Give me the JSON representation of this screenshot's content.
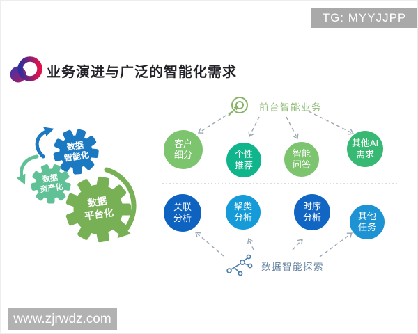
{
  "badge": {
    "text": "TG: MYYJJPP"
  },
  "header": {
    "title": "业务演进与广泛的智能化需求"
  },
  "gears": {
    "blue": {
      "line1": "数据",
      "line2": "智能化",
      "color": "#1b79c2"
    },
    "teal": {
      "line1": "数据",
      "line2": "资产化",
      "color": "#5fc195"
    },
    "green": {
      "line1": "数据",
      "line2": "平台化",
      "color": "#77b055"
    }
  },
  "diagram": {
    "top_group": {
      "label": "前台智能业务",
      "color": "#8cba72",
      "icon": "target-arrow-icon"
    },
    "bottom_group": {
      "label": "数据智能探索",
      "color": "#62809f",
      "icon": "network-branch-icon"
    },
    "top_nodes": [
      {
        "line1": "客户",
        "line2": "细分",
        "color": "#7dc46f"
      },
      {
        "line1": "个性",
        "line2": "推荐",
        "color": "#10b58b"
      },
      {
        "line1": "智能",
        "line2": "问答",
        "color": "#7dc46f"
      },
      {
        "line1": "其他AI",
        "line2": "需求",
        "color": "#38b973"
      }
    ],
    "bottom_nodes": [
      {
        "line1": "关联",
        "line2": "分析",
        "color": "#0e63c1"
      },
      {
        "line1": "聚类",
        "line2": "分析",
        "color": "#149bd8"
      },
      {
        "line1": "时序",
        "line2": "分析",
        "color": "#1166c4"
      },
      {
        "line1": "其他",
        "line2": "任务",
        "color": "#1d93d3"
      }
    ]
  },
  "palette": {
    "dashed_connector": "#9aa7b5",
    "separator": "#c3c7cb",
    "top_icon": "#88b368",
    "bottom_icon": "#4a7dab",
    "logo_blue": "#2d2f9e",
    "logo_magenta": "#d4144e",
    "badge_bg": "#a9a9a9",
    "watermark_bg": "#b2b2b2"
  },
  "watermark": {
    "text": "www.zjrwdz.com"
  }
}
